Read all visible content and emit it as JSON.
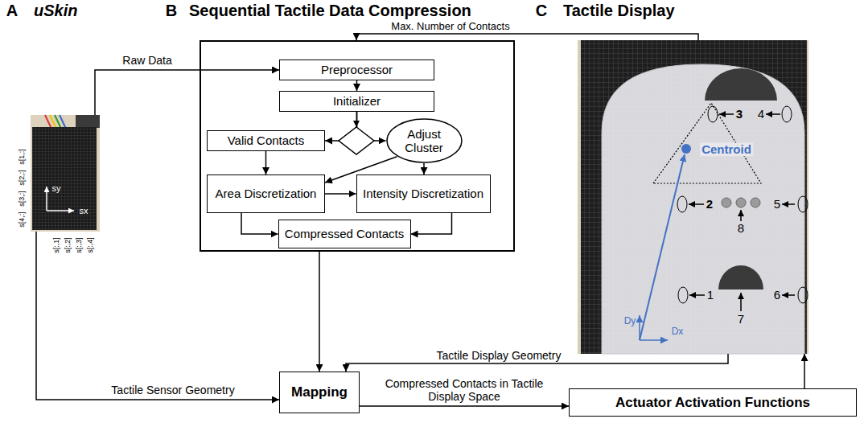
{
  "diagram": {
    "nodes": [
      {
        "text": [
          "uSkin"
        ]
      },
      {
        "text": [
          "Sequential Tactile Data Compression"
        ]
      },
      {
        "text": [
          "Preprocessor"
        ],
        "in": 1
      },
      {
        "text": [
          "Initializer"
        ],
        "in": 1
      },
      {
        "text": [
          "Valid Contacts"
        ],
        "in": 1
      },
      {
        "text": [
          "Adjust Cluster"
        ],
        "in": 1
      },
      {
        "text": [
          "Area Discretization"
        ],
        "in": 1
      },
      {
        "text": [
          "Intensity Discretization"
        ],
        "in": 1
      },
      {
        "text": [
          "Compressed Contacts"
        ],
        "in": 1
      },
      {
        "text": [
          "Tactile Display"
        ]
      },
      {
        "text": [
          "Mapping"
        ]
      },
      {
        "text": [
          "Actuator Activation Functions"
        ]
      }
    ],
    "edges": [
      {
        "from": 0,
        "to": 2,
        "label": "Raw Data",
        "arrow": "to"
      },
      {
        "from": 9,
        "to": 1,
        "label": "Max. Number of Contacts",
        "arrow": "to"
      },
      {
        "from": 2,
        "to": 3,
        "arrow": "to"
      },
      {
        "from": 3,
        "to": 4,
        "arrow": "to"
      },
      {
        "from": 3,
        "to": 5,
        "arrow": "to"
      },
      {
        "from": 4,
        "to": 6,
        "arrow": "to"
      },
      {
        "from": 5,
        "to": 6,
        "arrow": "to"
      },
      {
        "from": 5,
        "to": 7,
        "arrow": "to"
      },
      {
        "from": 6,
        "to": 7,
        "arrow": "to"
      },
      {
        "from": 6,
        "to": 8,
        "arrow": "to"
      },
      {
        "from": 7,
        "to": 8,
        "arrow": "to"
      },
      {
        "from": 1,
        "to": 10,
        "arrow": "to"
      },
      {
        "from": 0,
        "to": 10,
        "label": "Tactile Sensor Geometry",
        "arrow": "to"
      },
      {
        "from": 9,
        "to": 10,
        "label": "Tactile Display Geometry",
        "arrow": "to"
      },
      {
        "from": 10,
        "to": 11,
        "label": "Compressed Contacts in Tactile Display Space",
        "arrow": "to"
      },
      {
        "from": 11,
        "to": 9,
        "arrow": "to"
      }
    ],
    "labels": [
      "A",
      "B",
      "C",
      "s[1,:]",
      "s[2,:]",
      "s[3,:]",
      "s[4,:]",
      "sy",
      "sx",
      "s[:,1]",
      "s[:,2]",
      "s[:,3]",
      "s[:,4]",
      "Centroid",
      "Dy",
      "Dx",
      "1",
      "2",
      "3",
      "4",
      "5",
      "6",
      "7",
      "8"
    ]
  }
}
